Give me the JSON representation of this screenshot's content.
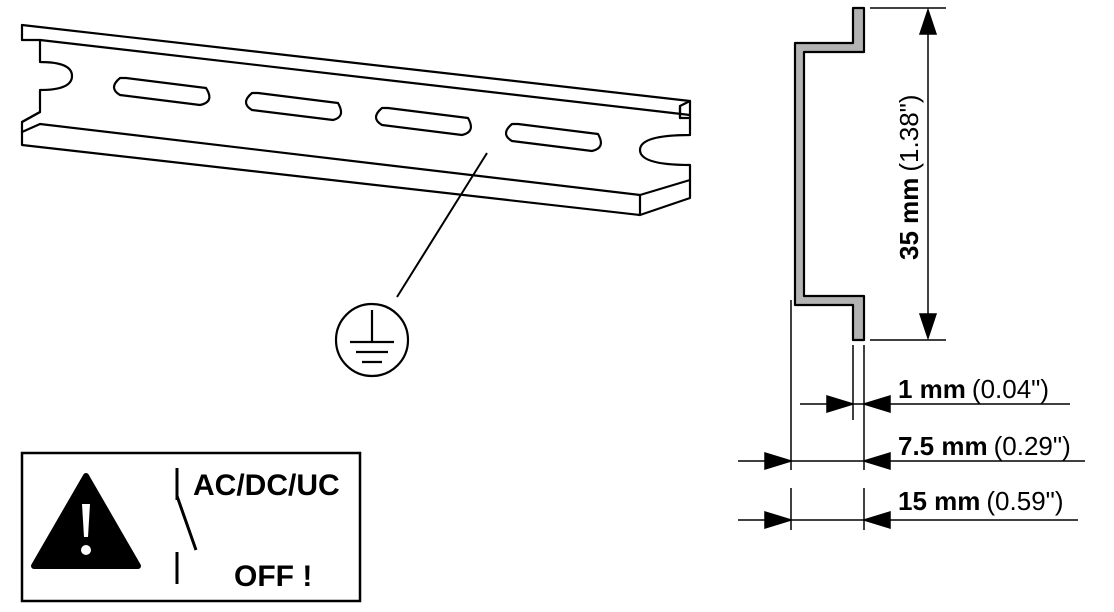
{
  "dimensions": {
    "height": {
      "value": "35 mm",
      "imperial": "(1.38\")"
    },
    "thickness": {
      "value": "1 mm",
      "imperial": "(0.04\")"
    },
    "depth_small": {
      "value": "7.5 mm",
      "imperial": "(0.29\")"
    },
    "depth_large": {
      "value": "15 mm",
      "imperial": "(0.59\")"
    }
  },
  "warning": {
    "label_top": "AC/DC/UC",
    "label_bottom": "OFF !",
    "icon": "warning-triangle-icon"
  },
  "ground_symbol": {
    "icon": "protective-earth-icon"
  }
}
